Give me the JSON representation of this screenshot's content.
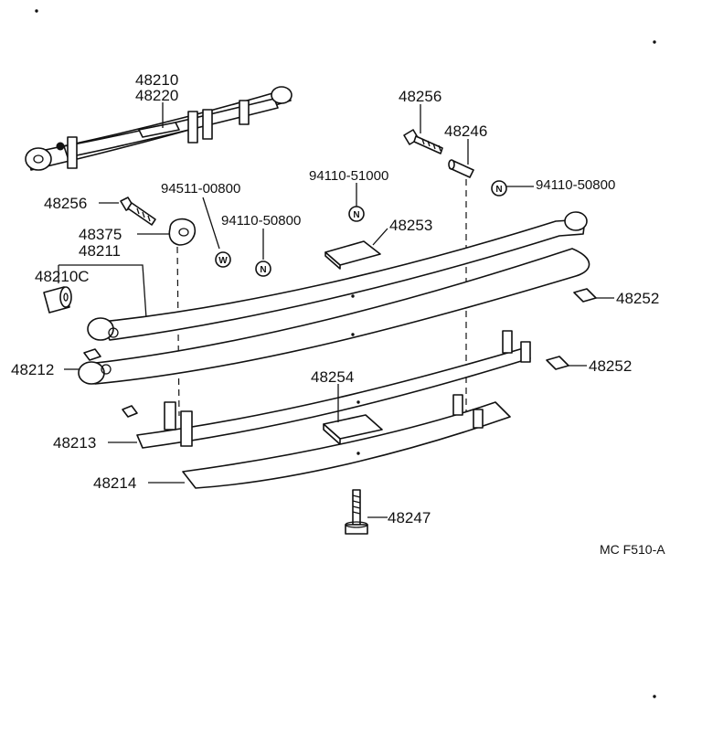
{
  "labels": {
    "p48210": "48210",
    "p48220": "48220",
    "p48256a": "48256",
    "p48256b": "48256",
    "p48246": "48246",
    "p48375": "48375",
    "p48211": "48211",
    "p48210C": "48210C",
    "p94511": "94511-00800",
    "p94110a": "94110-50800",
    "p94110b": "94110-51000",
    "p94110c": "94110-50800",
    "p48253": "48253",
    "p48252a": "48252",
    "p48252b": "48252",
    "p48212": "48212",
    "p48254": "48254",
    "p48213": "48213",
    "p48214": "48214",
    "p48247": "48247"
  },
  "symbols": {
    "nut": "N",
    "washer": "W"
  },
  "code": "MC F510-A"
}
